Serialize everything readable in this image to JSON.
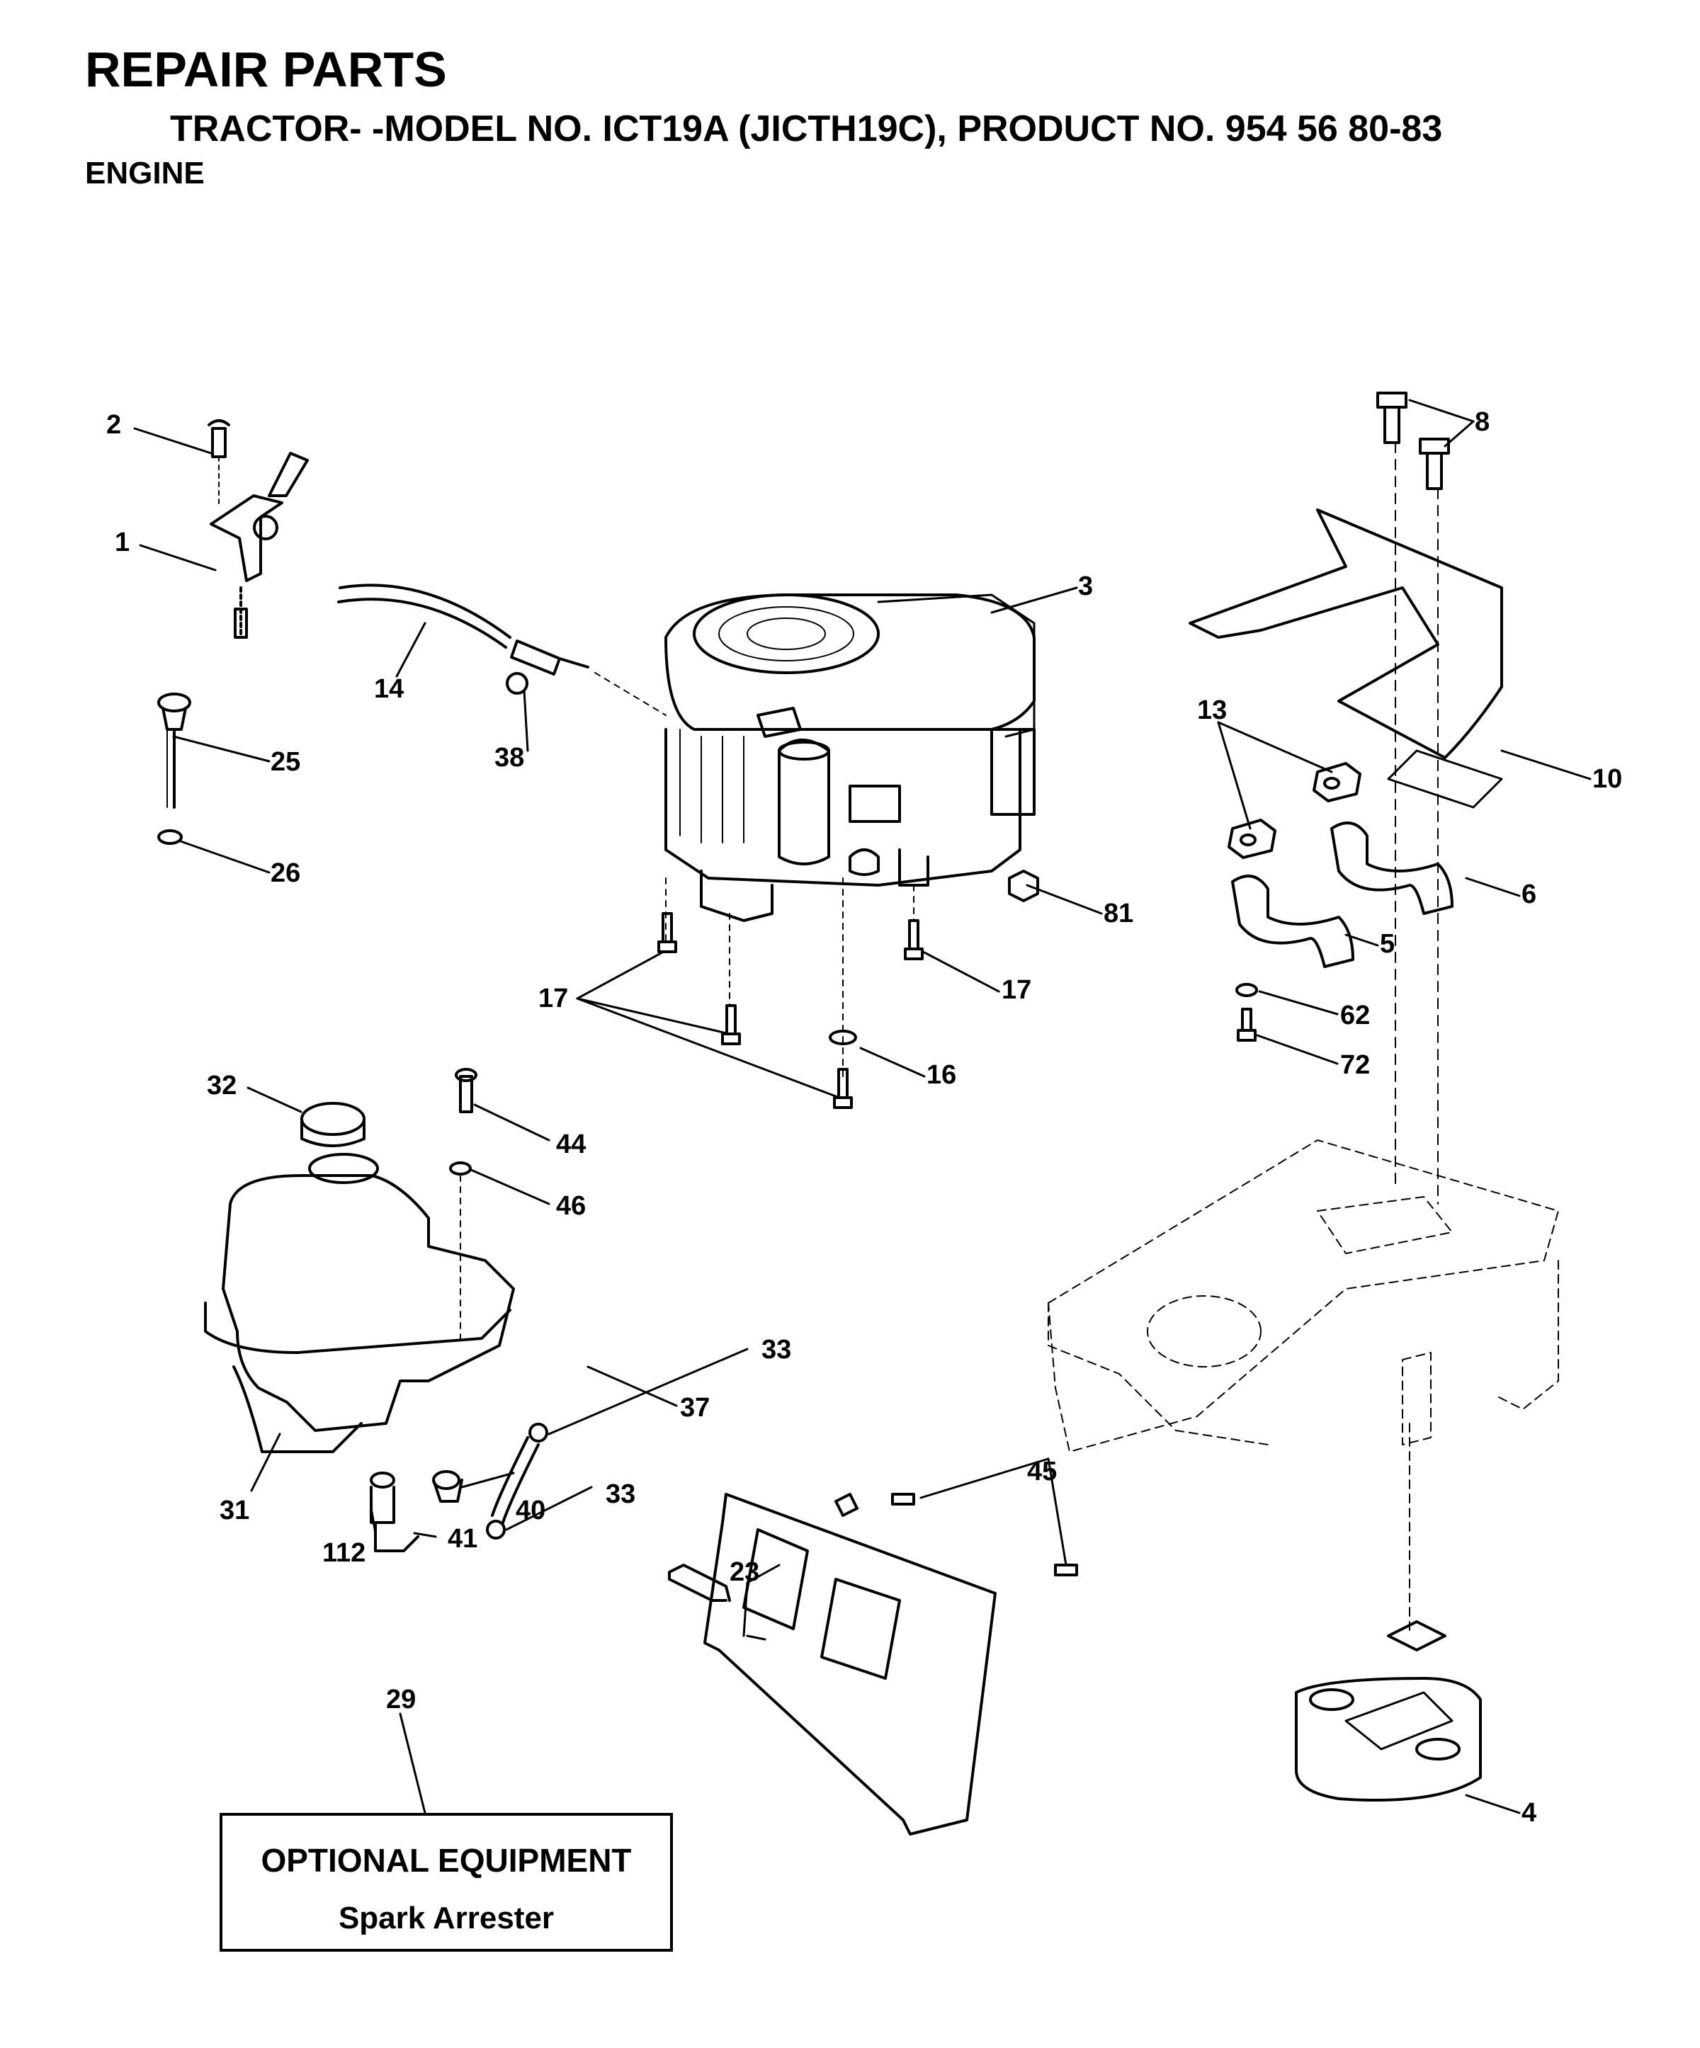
{
  "header": {
    "title": "REPAIR PARTS",
    "subtitle": "TRACTOR- -MODEL NO. ICT19A (JICTH19C), PRODUCT NO. 954 56 80-83",
    "section": "ENGINE"
  },
  "callouts": {
    "c1": "1",
    "c2": "2",
    "c3": "3",
    "c4": "4",
    "c5": "5",
    "c6": "6",
    "c8": "8",
    "c10": "10",
    "c13": "13",
    "c14": "14",
    "c16": "16",
    "c17a": "17",
    "c17b": "17",
    "c23": "23",
    "c25": "25",
    "c26": "26",
    "c29": "29",
    "c31": "31",
    "c32": "32",
    "c33a": "33",
    "c33b": "33",
    "c37": "37",
    "c38": "38",
    "c40": "40",
    "c41": "41",
    "c44": "44",
    "c45": "45",
    "c46": "46",
    "c62": "62",
    "c72": "72",
    "c81": "81",
    "c112": "112"
  },
  "optional_box": {
    "line1": "OPTIONAL EQUIPMENT",
    "line2": "Spark Arrester"
  }
}
